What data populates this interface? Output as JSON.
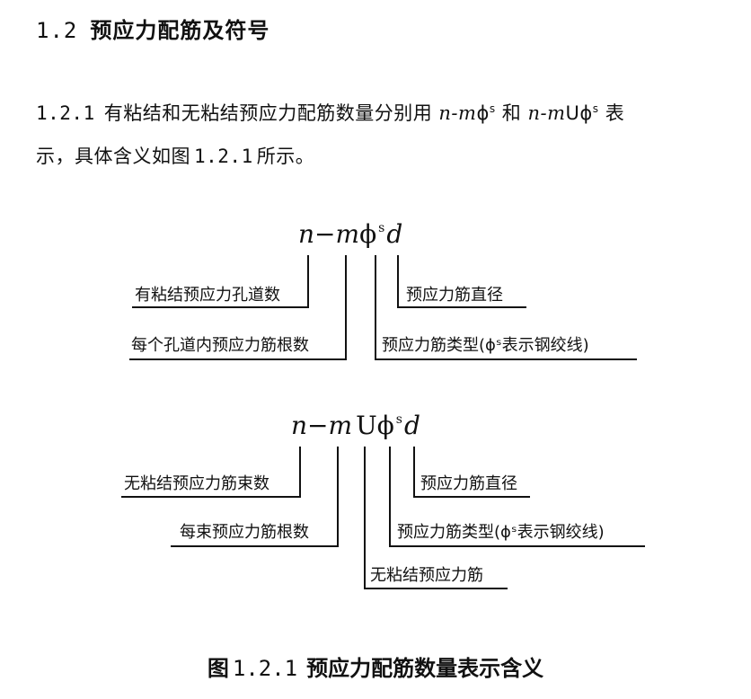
{
  "section": {
    "number": "1.2",
    "title": "预应力配筋及符号"
  },
  "clause": {
    "number": "1.2.1",
    "line1_a": "有粘结和无粘结预应力配筋数量分别用",
    "formula_bonded_inline": "n-m",
    "formula_unbonded_inline": "n-m",
    "phi": "ϕ",
    "sup_s": "s",
    "and": "和",
    "u_letter": "U",
    "line1_end": "表",
    "line2_a": "示，具体含义如图",
    "line2_ref": "1.2.1",
    "line2_b": "所示。"
  },
  "diagram1": {
    "formula": {
      "n": "n",
      "dash": "−",
      "m": "m",
      "phi": "ϕ",
      "s": "s",
      "d": "d"
    },
    "labels": {
      "ducts": "有粘结预应力孔道数",
      "tendons_per_duct": "每个孔道内预应力筋根数",
      "diameter": "预应力筋直径",
      "type": "预应力筋类型(ϕˢ表示钢绞线)"
    }
  },
  "diagram2": {
    "formula": {
      "n": "n",
      "dash": "−",
      "m": "m",
      "u": "U",
      "phi": "ϕ",
      "s": "s",
      "d": "d"
    },
    "labels": {
      "bundles": "无粘结预应力筋束数",
      "tendons_per_bundle": "每束预应力筋根数",
      "diameter": "预应力筋直径",
      "type": "预应力筋类型(ϕˢ表示钢绞线)",
      "unbonded": "无粘结预应力筋"
    }
  },
  "caption": {
    "prefix": "图",
    "number": "1.2.1",
    "title": "预应力配筋数量表示含义"
  }
}
